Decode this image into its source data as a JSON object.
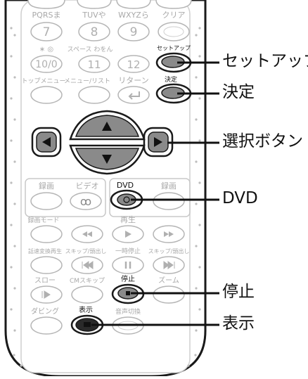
{
  "callouts": {
    "setup": "セットアップ",
    "enter": "決定",
    "select": "選択ボタン",
    "dvd": "DVD",
    "stop": "停止",
    "display": "表示"
  },
  "remote": {
    "row1": {
      "k7": "PQRSま",
      "k8": "TUVや",
      "k9": "WXYZら",
      "clear": "クリア",
      "n7": "7",
      "n8": "8",
      "n9": "9"
    },
    "row2": {
      "k10": "∗ ◎",
      "k11": "スペース わをん",
      "k12": "",
      "setup": "セットアップ",
      "n10": "10/0",
      "n11": "11",
      "n12": "12"
    },
    "row3": {
      "topmenu": "トップメニュー",
      "menulist": "メニュー/リスト",
      "return": "リターン",
      "enter": "決定"
    },
    "row4": {
      "record": "録画",
      "video": "ビデオ",
      "dvd": "DVD",
      "record2": "録画",
      "vhs_symbol": "ꝏ"
    },
    "row5": {
      "recmode": "録画モード",
      "play": "再生"
    },
    "row6": {
      "speedplay": "話速変換再生",
      "skip_back": "スキップ/頭出し",
      "pause": "一時停止",
      "skip_fwd": "スキップ/頭出し"
    },
    "row7": {
      "slow": "スロー",
      "cmskip": "CMスキップ",
      "stop": "停止",
      "zoom": "ズーム"
    },
    "row8": {
      "dubbing": "ダビング",
      "display": "表示",
      "audio": "音声切換"
    }
  },
  "colors": {
    "accent_key": "#8a8a8a",
    "dark_key": "#2a2a2a",
    "outline": "#1a1a1a",
    "faded": "#b5b5b5"
  }
}
